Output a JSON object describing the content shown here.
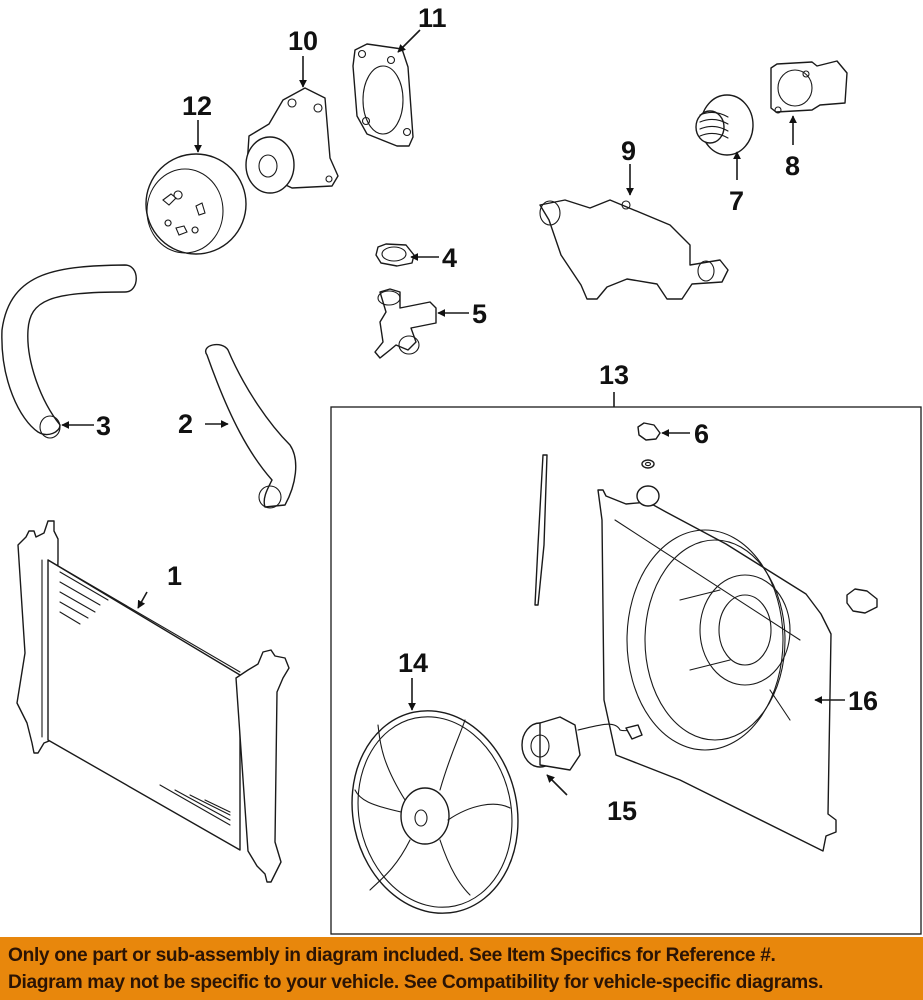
{
  "diagram": {
    "title": "Radiator & Cooling Fan / Water Pump / Thermostat exploded parts diagram",
    "assembly_group": {
      "label": "13"
    },
    "callouts": [
      {
        "id": "1",
        "part": "radiator"
      },
      {
        "id": "2",
        "part": "lower-hose"
      },
      {
        "id": "3",
        "part": "upper-hose"
      },
      {
        "id": "4",
        "part": "cap-seal"
      },
      {
        "id": "5",
        "part": "water-outlet-fitting"
      },
      {
        "id": "6",
        "part": "reservoir-cap"
      },
      {
        "id": "7",
        "part": "thermostat"
      },
      {
        "id": "8",
        "part": "thermostat-housing"
      },
      {
        "id": "9",
        "part": "water-outlet-housing"
      },
      {
        "id": "10",
        "part": "water-pump"
      },
      {
        "id": "11",
        "part": "water-pump-gasket"
      },
      {
        "id": "12",
        "part": "water-pump-pulley"
      },
      {
        "id": "13",
        "part": "fan-assembly"
      },
      {
        "id": "14",
        "part": "fan-blade"
      },
      {
        "id": "15",
        "part": "fan-motor"
      },
      {
        "id": "16",
        "part": "fan-shroud"
      }
    ]
  },
  "banner": {
    "line1": "Only one part or sub-assembly in diagram included. See Item Specifics for Reference #.",
    "line2": "Diagram may not be specific to your vehicle. See Compatibility for vehicle-specific diagrams.",
    "background_color": "#e8870c",
    "text_color": "#2b1405"
  }
}
